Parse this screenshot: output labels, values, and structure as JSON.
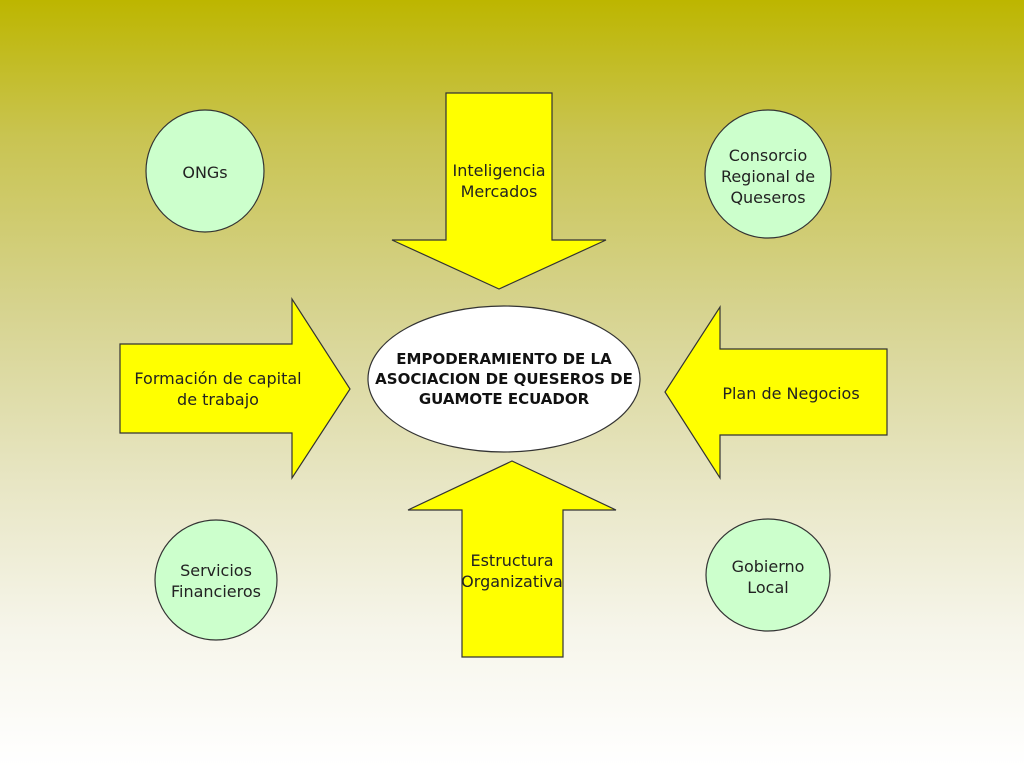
{
  "center": {
    "text": "EMPODERAMIENTO DE LA\nASOCIACION DE QUESEROS DE\nGUAMOTE ECUADOR"
  },
  "arrows": {
    "top": "Inteligencia\nMercados",
    "left": "Formación de capital\nde trabajo",
    "right": "Plan de Negocios",
    "bottom": "Estructura\nOrganizativa"
  },
  "circles": {
    "top_left": "ONGs",
    "top_right": "Consorcio\nRegional de\nQueseros",
    "bottom_left": "Servicios\nFinancieros",
    "bottom_right": "Gobierno\nLocal"
  },
  "colors": {
    "arrow_fill": "#ffff00",
    "circle_fill": "#ccffcc",
    "center_fill": "#ffffff",
    "outline": "#333333"
  }
}
